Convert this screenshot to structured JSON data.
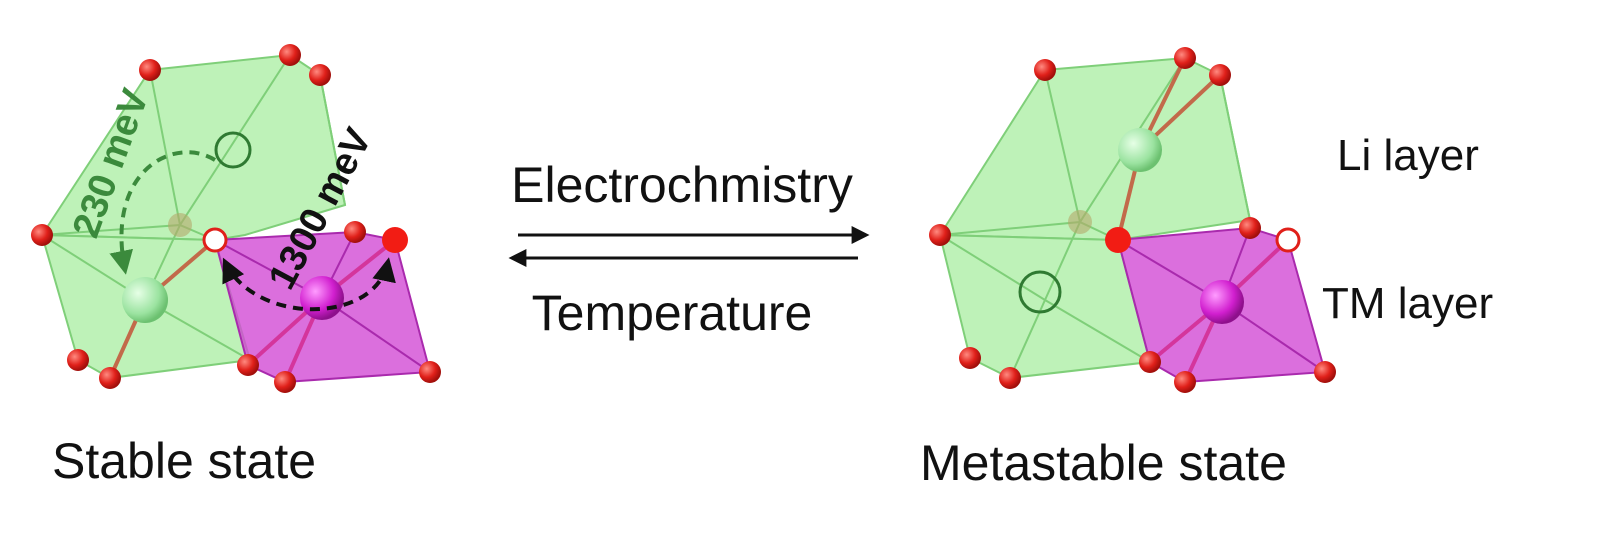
{
  "colors": {
    "li_polyhedron": "#a8eea0",
    "li_edge": "#7fcf79",
    "tm_polyhedron": "#d34fd6",
    "oxygen": "#e0201a",
    "li_atom": "#9be3a0",
    "tm_atom": "#d11fcf",
    "arrow_230": "#3b8a3c",
    "arrow_1300": "#111111",
    "arrows": "#111111"
  },
  "left_panel": {
    "caption": "Stable state",
    "barrier_li": "230 meV",
    "barrier_tm": "1300 meV"
  },
  "center": {
    "forward_label": "Electrochmistry",
    "backward_label": "Temperature"
  },
  "right_panel": {
    "caption": "Metastable state",
    "layer_top": "Li layer",
    "layer_bottom": "TM layer"
  }
}
